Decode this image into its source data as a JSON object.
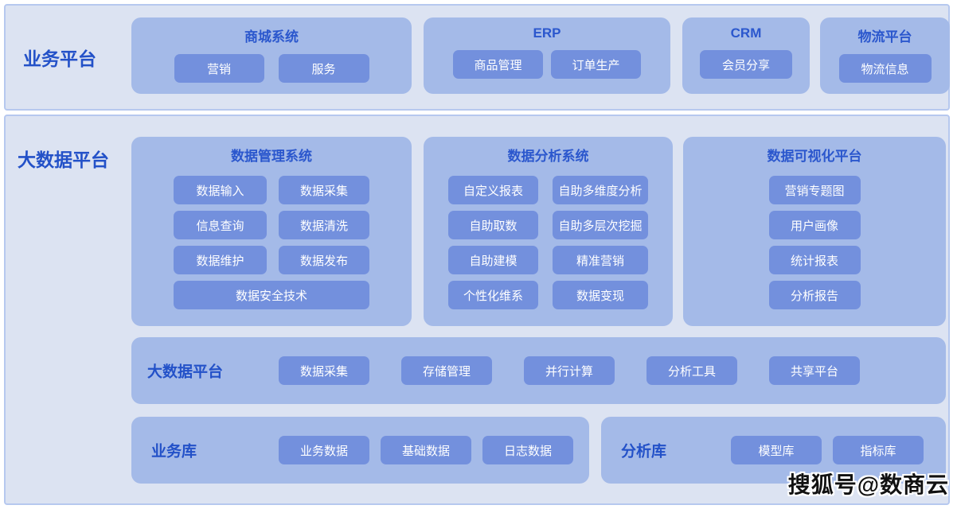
{
  "colors": {
    "panel_bg": "#dce3f2",
    "panel_border": "#b6c8ef",
    "card_bg": "#a4bae8",
    "button_bg": "#7390dd",
    "title_blue": "#2b57cd",
    "label_blue": "#2351c8",
    "button_text": "#ffffff"
  },
  "business_platform": {
    "label": "业务平台",
    "cards": [
      {
        "title": "商城系统",
        "buttons": [
          "营销",
          "服务"
        ]
      },
      {
        "title": "ERP",
        "buttons": [
          "商品管理",
          "订单生产"
        ]
      },
      {
        "title": "CRM",
        "buttons": [
          "会员分享"
        ]
      },
      {
        "title": "物流平台",
        "buttons": [
          "物流信息"
        ]
      }
    ]
  },
  "bigdata_platform": {
    "label": "大数据平台",
    "systems": [
      {
        "title": "数据管理系统",
        "buttons": [
          "数据输入",
          "数据采集",
          "信息查询",
          "数据清洗",
          "数据维护",
          "数据发布",
          "数据安全技术"
        ]
      },
      {
        "title": "数据分析系统",
        "buttons": [
          "自定义报表",
          "自助多维度分析",
          "自助取数",
          "自助多层次挖掘",
          "自助建模",
          "精准营销",
          "个性化维系",
          "数据变现"
        ]
      },
      {
        "title": "数据可视化平台",
        "buttons": [
          "营销专题图",
          "用户画像",
          "统计报表",
          "分析报告"
        ]
      }
    ],
    "infra_row": {
      "label": "大数据平台",
      "buttons": [
        "数据采集",
        "存储管理",
        "并行计算",
        "分析工具",
        "共享平台"
      ]
    },
    "db_rows": [
      {
        "label": "业务库",
        "buttons": [
          "业务数据",
          "基础数据",
          "日志数据"
        ]
      },
      {
        "label": "分析库",
        "buttons": [
          "模型库",
          "指标库"
        ]
      }
    ]
  },
  "watermark": "搜狐号@数商云"
}
